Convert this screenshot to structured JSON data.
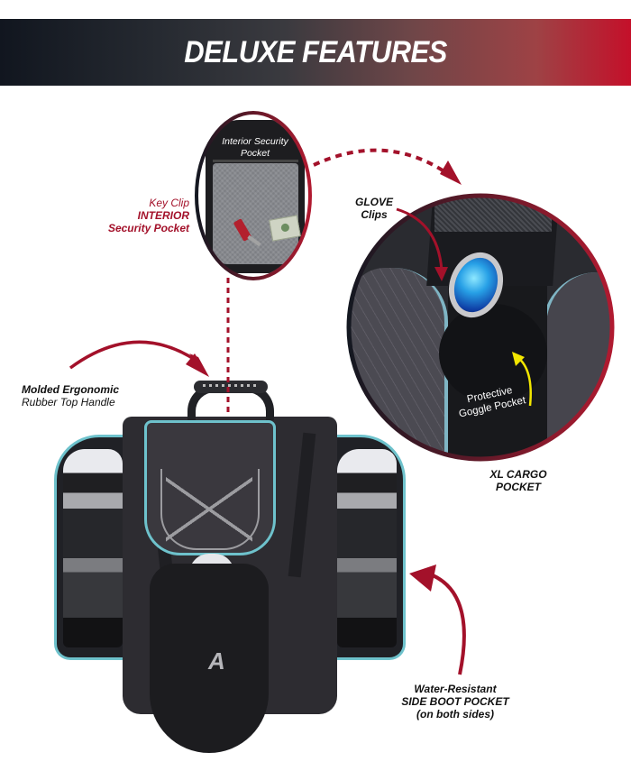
{
  "banner": {
    "title": "DELUXE FEATURES",
    "gradient": [
      "#11161f",
      "#3a3a3f",
      "#9e4245",
      "#c4102a"
    ]
  },
  "callouts": {
    "interior_security_pocket": {
      "inset_title_line1": "Interior Security",
      "inset_title_line2": "Pocket",
      "side_line1": "Key Clip",
      "side_line2": "INTERIOR",
      "side_line3": "Security Pocket"
    },
    "glove_clips": {
      "line1": "GLOVE",
      "line2": "Clips"
    },
    "goggle_pocket": {
      "line1": "Protective",
      "line2": "Goggle Pocket"
    },
    "xl_cargo": {
      "line1": "XL CARGO",
      "line2": "POCKET"
    },
    "top_handle": {
      "line1": "Molded Ergonomic",
      "line2": "Rubber Top Handle"
    },
    "side_boot_pocket": {
      "line1": "Water-Resistant",
      "line2": "SIDE BOOT POCKET",
      "line3": "(on both sides)"
    }
  },
  "product": {
    "logo_text": "A"
  },
  "colors": {
    "accent_red": "#a3112a",
    "trim_teal": "#6ec2cc",
    "arrow_yellow": "#f2e600",
    "bag_body": "#2d2c31"
  }
}
